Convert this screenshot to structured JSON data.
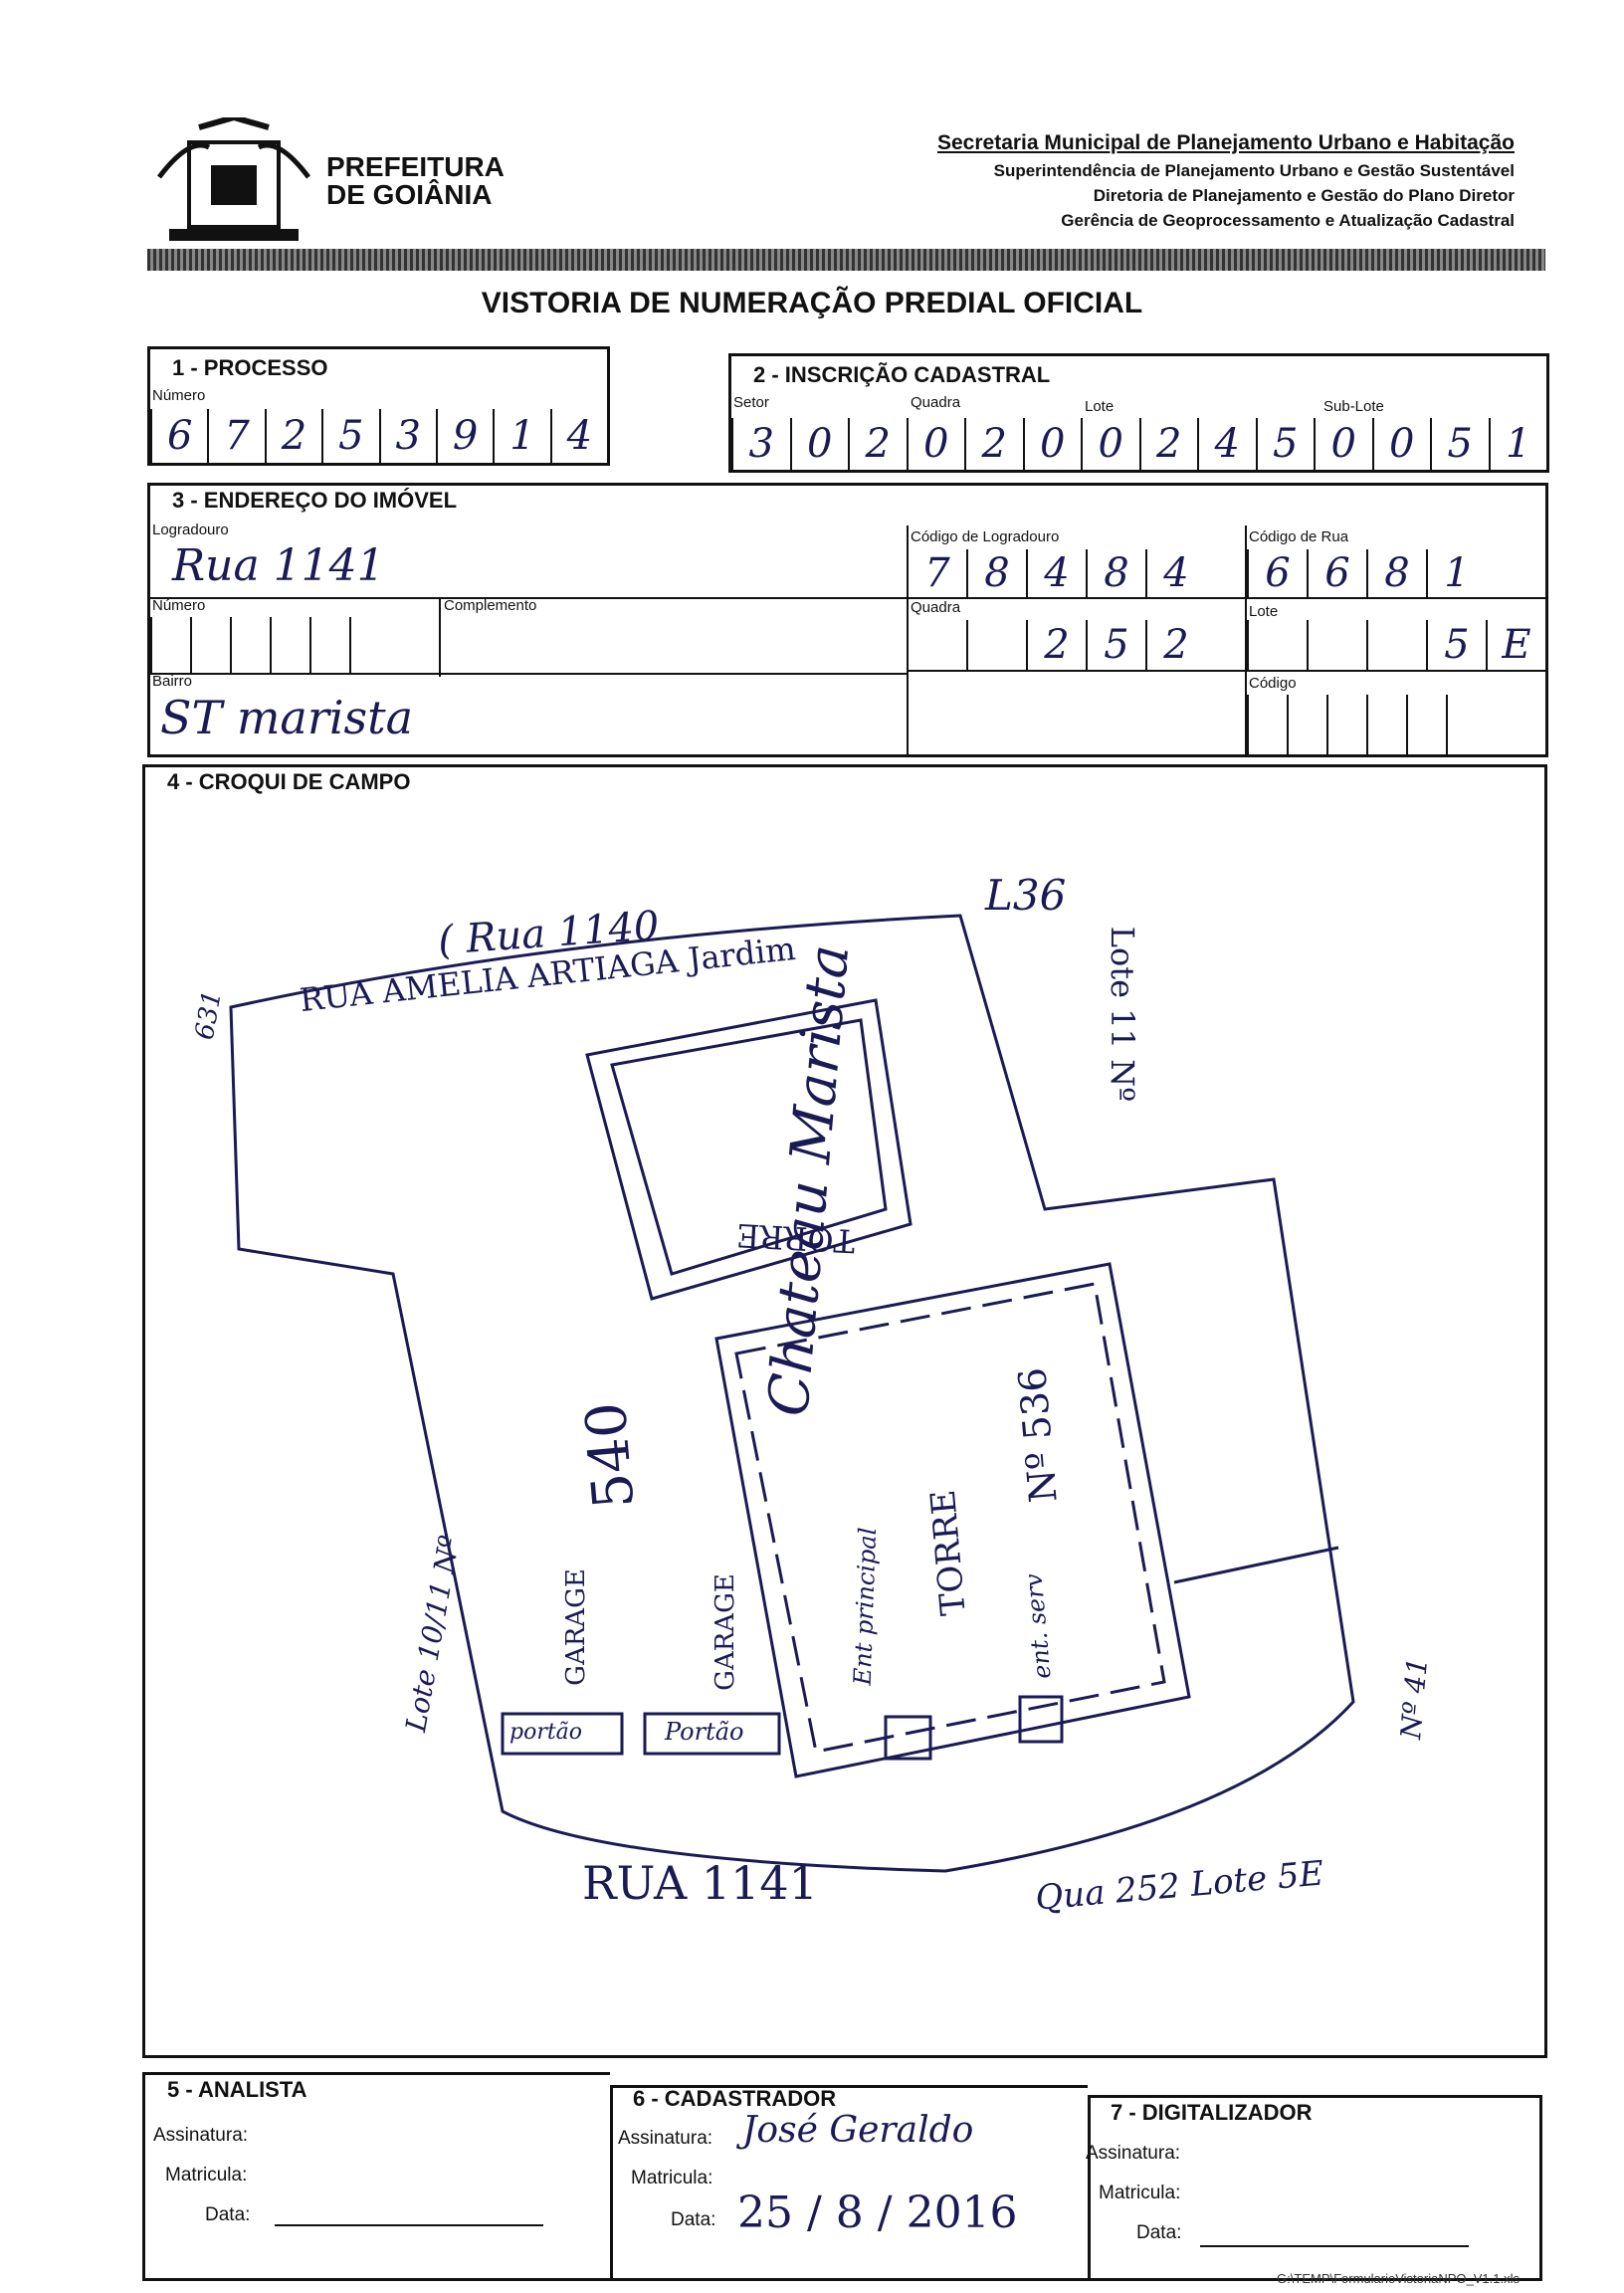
{
  "header": {
    "logo_line1": "PREFEITURA",
    "logo_line2": "DE GOIÂNIA",
    "secretaria": "Secretaria Municipal de Planejamento Urbano e Habitação",
    "line2": "Superintendência de Planejamento Urbano e Gestão Sustentável",
    "line3": "Diretoria de Planejamento e Gestão do Plano Diretor",
    "line4": "Gerência de Geoprocessamento e Atualização Cadastral"
  },
  "form_title": "VISTORIA DE NUMERAÇÃO PREDIAL OFICIAL",
  "processo": {
    "title": "1 - PROCESSO",
    "numero_label": "Número",
    "digits": [
      "6",
      "7",
      "2",
      "5",
      "3",
      "9",
      "1",
      "4"
    ]
  },
  "inscricao": {
    "title": "2 - INSCRIÇÃO CADASTRAL",
    "setor_label": "Setor",
    "quadra_label": "Quadra",
    "lote_label": "Lote",
    "sublote_label": "Sub-Lote",
    "digits": [
      "3",
      "0",
      "2",
      "0",
      "2",
      "0",
      "0",
      "2",
      "4",
      "5",
      "0",
      "0",
      "5",
      "1"
    ]
  },
  "endereco": {
    "title": "3 - ENDEREÇO DO IMÓVEL",
    "logradouro_label": "Logradouro",
    "logradouro_value": "Rua 1141",
    "codigo_logradouro_label": "Código de Logradouro",
    "codigo_logradouro_digits": [
      "7",
      "8",
      "4",
      "8",
      "4"
    ],
    "codigo_rua_label": "Código de Rua",
    "codigo_rua_digits": [
      "6",
      "6",
      "8",
      "1"
    ],
    "numero_label": "Número",
    "complemento_label": "Complemento",
    "quadra_label": "Quadra",
    "quadra_digits": [
      "",
      "",
      "2",
      "5",
      "2"
    ],
    "lote_label": "Lote",
    "lote_digits": [
      "",
      "",
      "",
      "5",
      "E"
    ],
    "bairro_label": "Bairro",
    "bairro_value": "ST marista",
    "codigo_label": "Código"
  },
  "croqui": {
    "title": "4 - CROQUI DE CAMPO",
    "top_street_note": "( Rua 1140",
    "top_street": "RUA AMELIA ARTIAGA Jardim",
    "bottom_street": "RUA 1141",
    "bottom_note": "Qua 252 Lote 5E",
    "left_note": "Lote 10/11 Nº",
    "torre_top": "TORRE",
    "building_name": "Chateau Marista",
    "building_number": "Nº 536",
    "torre_label": "TORRE",
    "garage_number": "540",
    "garage1": "GARAGE",
    "garage2": "GARAGE",
    "portao1": "portão",
    "portao2": "Portão",
    "ent_principal": "Ent principal",
    "ent_serv": "ent. serv",
    "corner_top_left": "631",
    "corner_top_right": "L36",
    "right_note": "Lote 11 Nº",
    "corner_right": "Nº 41"
  },
  "analista": {
    "title": "5 - ANALISTA",
    "assinatura": "Assinatura:",
    "matricula": "Matricula:",
    "data": "Data:"
  },
  "cadastrador": {
    "title": "6 - CADASTRADOR",
    "assinatura": "Assinatura:",
    "assinatura_value": "José Geraldo",
    "matricula": "Matricula:",
    "data": "Data:",
    "data_value": "25 / 8 / 2016"
  },
  "digitalizador": {
    "title": "7 - DIGITALIZADOR",
    "assinatura": "Assinatura:",
    "matricula": "Matricula:",
    "data": "Data:"
  },
  "footer_path": "G:\\TEMP\\FormularioVistoriaNPO_V1.1.xls"
}
